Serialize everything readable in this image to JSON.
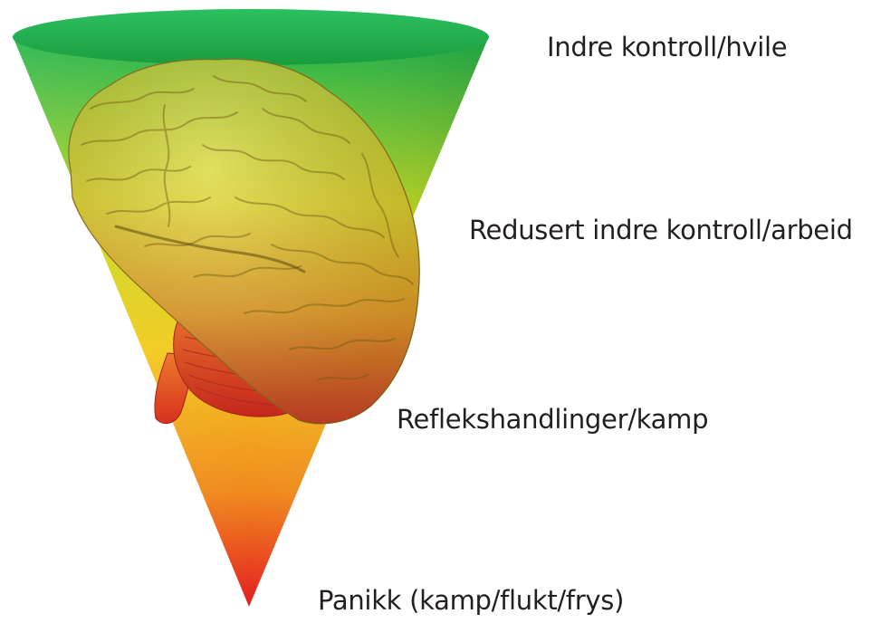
{
  "levels": [
    {
      "label": "Indre kontroll/hvile",
      "color": "#1db24a"
    },
    {
      "label": "Redusert indre kontroll/arbeid",
      "color": "#d6dc1c"
    },
    {
      "label": "Reflekshandlinger/kamp",
      "color": "#f09a1e"
    },
    {
      "label": "Panikk (kamp/flukt/frys)",
      "color": "#e41e20"
    }
  ]
}
